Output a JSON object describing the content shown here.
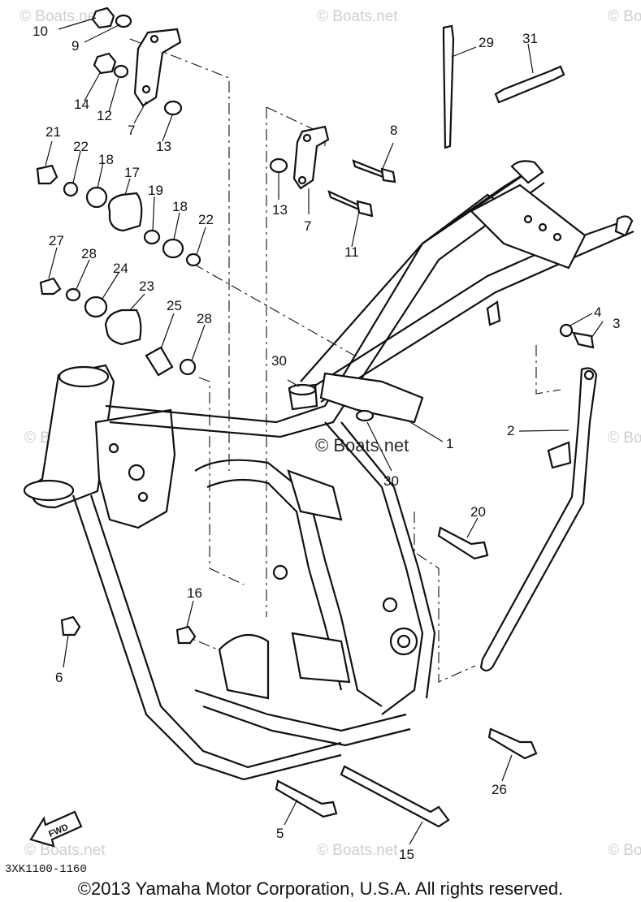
{
  "diagram": {
    "watermark_text": "© Boats.net",
    "watermark_center": "© Boats.net",
    "drawing_code": "3XK1100-1160",
    "fwd_label": "FWD",
    "copyright": "©2013 Yamaha Motor Corporation, U.S.A. All rights reserved.",
    "callouts": [
      {
        "id": "n1",
        "label": "1"
      },
      {
        "id": "n2",
        "label": "2"
      },
      {
        "id": "n3",
        "label": "3"
      },
      {
        "id": "n4",
        "label": "4"
      },
      {
        "id": "n5",
        "label": "5"
      },
      {
        "id": "n6",
        "label": "6"
      },
      {
        "id": "n7a",
        "label": "7"
      },
      {
        "id": "n7b",
        "label": "7"
      },
      {
        "id": "n8",
        "label": "8"
      },
      {
        "id": "n9",
        "label": "9"
      },
      {
        "id": "n10",
        "label": "10"
      },
      {
        "id": "n11",
        "label": "11"
      },
      {
        "id": "n12",
        "label": "12"
      },
      {
        "id": "n13a",
        "label": "13"
      },
      {
        "id": "n13b",
        "label": "13"
      },
      {
        "id": "n14",
        "label": "14"
      },
      {
        "id": "n15",
        "label": "15"
      },
      {
        "id": "n16",
        "label": "16"
      },
      {
        "id": "n17",
        "label": "17"
      },
      {
        "id": "n18a",
        "label": "18"
      },
      {
        "id": "n18b",
        "label": "18"
      },
      {
        "id": "n19",
        "label": "19"
      },
      {
        "id": "n20",
        "label": "20"
      },
      {
        "id": "n21",
        "label": "21"
      },
      {
        "id": "n22a",
        "label": "22"
      },
      {
        "id": "n22b",
        "label": "22"
      },
      {
        "id": "n23",
        "label": "23"
      },
      {
        "id": "n24",
        "label": "24"
      },
      {
        "id": "n25",
        "label": "25"
      },
      {
        "id": "n26",
        "label": "26"
      },
      {
        "id": "n27",
        "label": "27"
      },
      {
        "id": "n28a",
        "label": "28"
      },
      {
        "id": "n28b",
        "label": "28"
      },
      {
        "id": "n29",
        "label": "29"
      },
      {
        "id": "n30a",
        "label": "30"
      },
      {
        "id": "n30b",
        "label": "30"
      },
      {
        "id": "n31",
        "label": "31"
      }
    ]
  }
}
